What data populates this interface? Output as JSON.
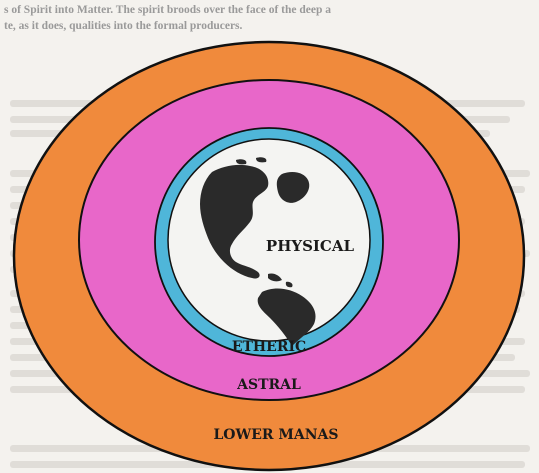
{
  "background_text": {
    "line1": "s of Spirit into Matter. The spirit broods over the face of the deep a",
    "line2": "te, as it does, qualities into the formal producers."
  },
  "rings": [
    {
      "label": "LOWER MANAS",
      "color": "#f08a3c"
    },
    {
      "label": "ASTRAL",
      "color": "#e867c9"
    },
    {
      "label": "ETHERIC",
      "color": "#4fb6d9"
    },
    {
      "label": "PHYSICAL",
      "color": "#f4f4f2"
    }
  ],
  "colors": {
    "outline": "#111111",
    "land": "#2a2a2a",
    "page": "#f4f2ee"
  },
  "icons": {
    "globe": "globe-americas-icon"
  }
}
